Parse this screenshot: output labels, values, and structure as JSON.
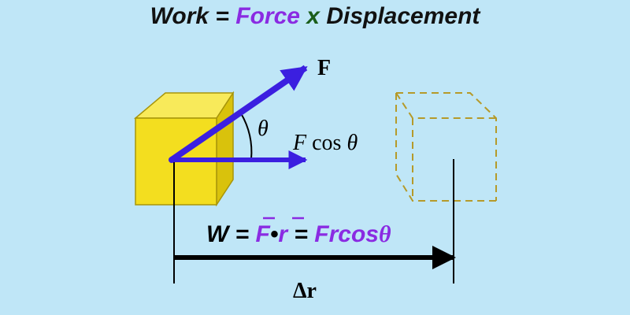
{
  "title": {
    "part_work": "Work",
    "part_eq": " = ",
    "part_force": "Force",
    "part_x": " x ",
    "part_disp": "Displacement"
  },
  "labels": {
    "force": "F",
    "angle": "θ",
    "component_f": "F",
    "component_cos": " cos ",
    "component_theta": "θ",
    "displacement": "Δr"
  },
  "formula": {
    "w": "W",
    "eq1": " = ",
    "f": "F",
    "dot": "•",
    "r": "r",
    "eq2": " = ",
    "rhs": "Frcos",
    "theta": "θ"
  },
  "colors": {
    "background": "#bfe6f7",
    "arrow": "#3b1fe0",
    "accent_purple": "#8a2be2",
    "cube_front": "#f3de1f",
    "cube_top": "#f8ea5a",
    "cube_side": "#d9c20c",
    "dashed_cube": "#b59a2a"
  }
}
